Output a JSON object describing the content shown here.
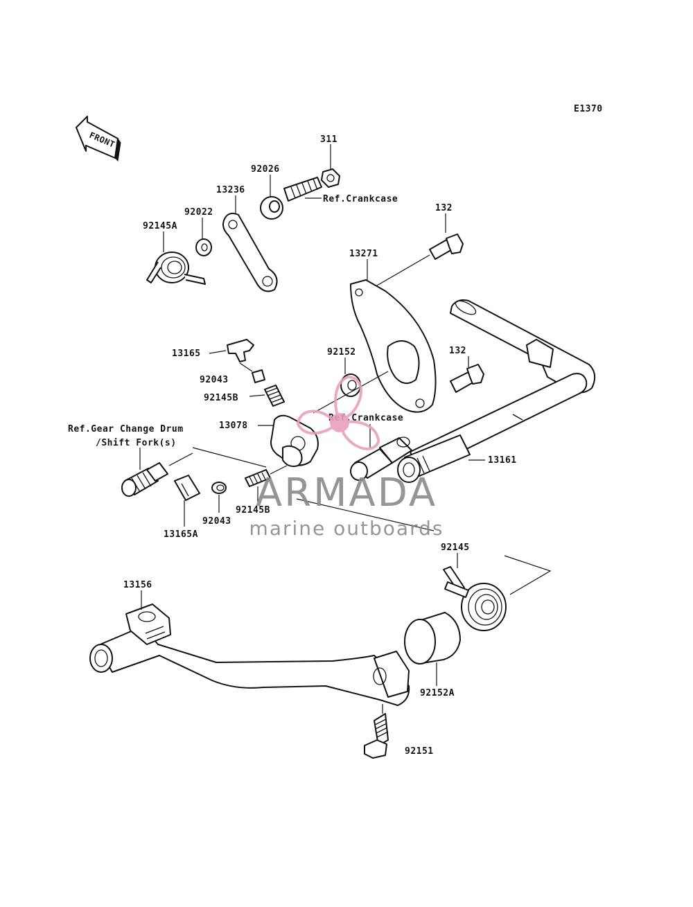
{
  "diagram": {
    "code": "E1370",
    "front_label": "FRONT",
    "labels": {
      "p311": "311",
      "p92026": "92026",
      "p13236": "13236",
      "p92022": "92022",
      "p92145A": "92145A",
      "p132_top": "132",
      "p13271": "13271",
      "ref_crankcase_top": "Ref.Crankcase",
      "p13165": "13165",
      "p92152": "92152",
      "p132_mid": "132",
      "p92043_top": "92043",
      "p92145B_top": "92145B",
      "p13078": "13078",
      "ref_crankcase_mid": "Ref.Crankcase",
      "ref_gear_line1": "Ref.Gear Change Drum",
      "ref_gear_line2": "/Shift Fork(s)",
      "p13161": "13161",
      "p92145B_bottom": "92145B",
      "p92043_bottom": "92043",
      "p13165A": "13165A",
      "p92145": "92145",
      "p13156": "13156",
      "p92152A": "92152A",
      "p92151": "92151"
    }
  },
  "watermark": {
    "brand": "ARMADA",
    "tagline": "marine outboards",
    "color_primary": "#e8a0bd",
    "color_text": "#7a7a7a"
  }
}
